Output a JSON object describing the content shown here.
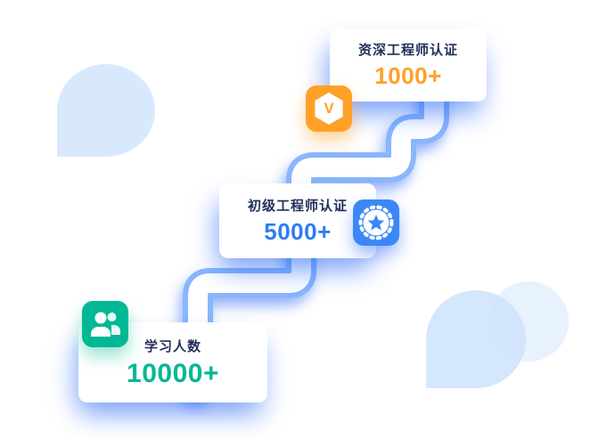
{
  "palette": {
    "card_background": "#ffffff",
    "title_color": "#22305a",
    "orange_accent": "#ffa126",
    "blue_accent": "#2e7cf6",
    "teal_accent": "#00b894",
    "icon_blue_background": "#3c87f7",
    "path_edge_blue": "#8ab6fc",
    "path_center_white": "#ffffff",
    "bubble_light_blue": "#d9e9fd",
    "shadow_blue": "rgba(47,108,246,0.45)"
  },
  "cards": [
    {
      "title": "资深工程师认证",
      "value": "1000+",
      "icon": "v-badge-icon",
      "icon_letter": "V"
    },
    {
      "title": "初级工程师认证",
      "value": "5000+",
      "icon": "star-seal-icon"
    },
    {
      "title": "学习人数",
      "value": "10000+",
      "icon": "people-icon"
    }
  ]
}
